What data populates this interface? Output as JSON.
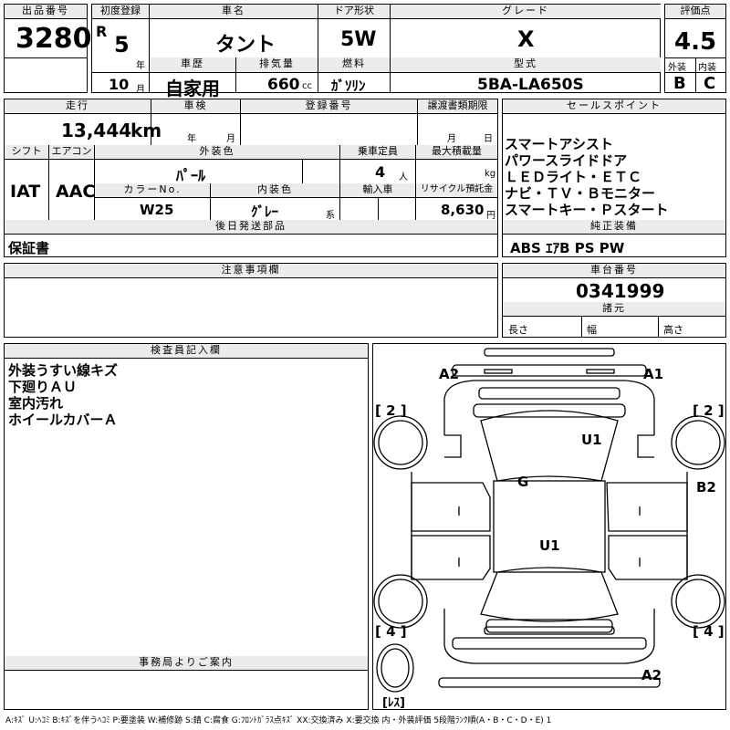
{
  "row1": {
    "lot_label": "出品番号",
    "lot_no": "3280",
    "reg_label": "初度登録",
    "era": "R",
    "year": "5",
    "year_unit": "年",
    "month": "10",
    "month_unit": "月",
    "name_label": "車名",
    "name": "タント",
    "history_label": "車歴",
    "history": "自家用",
    "disp_label": "排気量",
    "disp": "660",
    "disp_unit": "cc",
    "door_label": "ドア形状",
    "door": "5W",
    "fuel_label": "燃料",
    "fuel": "ｶﾞｿﾘﾝ",
    "grade_label": "グレード",
    "grade": "X",
    "model_label": "型式",
    "model": "5BA-LA650S",
    "score_label": "評価点",
    "score": "4.5",
    "ext_label": "外装",
    "ext": "B",
    "int_label": "内装",
    "int": "C"
  },
  "row2": {
    "mileage_label": "走行",
    "mileage": "13,444",
    "mileage_unit": "km",
    "inspect_label": "車検",
    "inspect_year_unit": "年",
    "inspect_month_unit": "月",
    "plate_label": "登録番号",
    "cert_label": "譲渡書類期限",
    "cert_month_unit": "月",
    "cert_day_unit": "日",
    "shift_label": "シフト",
    "shift": "IAT",
    "ac_label": "エアコン",
    "ac": "AAC",
    "color_label": "外装色",
    "color": "ﾊﾟｰﾙ",
    "capacity_label": "乗車定員",
    "capacity": "4",
    "capacity_unit": "人",
    "load_label": "最大積載量",
    "load_unit": "kg",
    "colorno_label": "カラーNo.",
    "colorno": "W25",
    "intcolor_label": "内装色",
    "intcolor": "ｸﾞﾚｰ",
    "intcolor_unit": "系",
    "import_label": "輸入車",
    "recycle_label": "リサイクル預託金",
    "recycle": "8,630",
    "recycle_unit": "円",
    "later_label": "後日発送部品",
    "later": "保証書"
  },
  "sales": {
    "label": "セールスポイント",
    "lines": [
      "スマートアシスト",
      "パワースライドドア",
      "ＬＥＤライト・ＥＴＣ",
      "ナビ・ＴＶ・Ｂモニター",
      "スマートキー・Ｐスタート"
    ],
    "equip_label": "純正装備",
    "equip": "ABS ｴｱB PS PW"
  },
  "notes": {
    "label": "注意事項欄"
  },
  "chassis": {
    "label": "車台番号",
    "number": "0341999",
    "spec_label": "諸元",
    "length": "長さ",
    "width": "幅",
    "height": "高さ"
  },
  "inspector": {
    "label": "検査員記入欄",
    "lines": [
      "外装うすい線キズ",
      "下廻りＡＵ",
      "室内汚れ",
      "ホイールカバーＡ"
    ]
  },
  "office": {
    "label": "事務局よりご案内"
  },
  "diagram": {
    "marks": {
      "a2_top": "A2",
      "a1_top": "A1",
      "u1_roof": "U1",
      "g": "G",
      "b2": "B2",
      "u1_floor": "U1",
      "a2_bottom": "A2"
    },
    "tires": {
      "front_left": "[ 2 ]",
      "front_right": "[ 2 ]",
      "rear_left": "[ 4 ]",
      "rear_right": "[ 4 ]",
      "spare": "[ﾚｽ]"
    }
  },
  "footer": "A:ｷｽﾞ U:ﾍｺﾐ B:ｷｽﾞを伴うﾍｺﾐ P:要塗装 W:補修跡 S:錆 C:腐食 G:ﾌﾛﾝﾄｶﾞﾗｽ点ｷｽﾞ XX:交換済み X:要交換 内・外装評価 5段階ﾗﾝｸ順(A・B・C・D・E) 1"
}
